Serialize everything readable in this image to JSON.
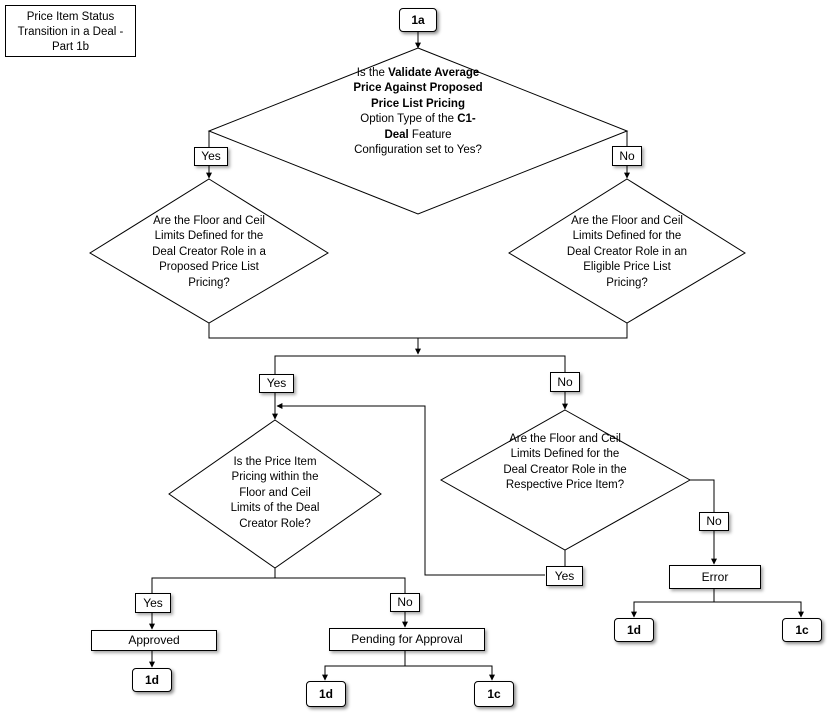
{
  "title": "Price Item Status Transition in a Deal - Part 1b",
  "start_connector": "1a",
  "decisions": {
    "d1": {
      "parts": [
        {
          "text": "Is the ",
          "bold": false
        },
        {
          "text": "Validate Average Price Against Proposed Price List Pricing",
          "bold": true
        },
        {
          "text": " Option Type of the ",
          "bold": false
        },
        {
          "text": "C1-Deal",
          "bold": true
        },
        {
          "text": " Feature Configuration set to Yes?",
          "bold": false
        }
      ]
    },
    "d2": {
      "text": "Are the Floor and Ceil Limits Defined for the Deal Creator Role in a Proposed Price List Pricing?"
    },
    "d3": {
      "text": "Are the Floor and Ceil Limits Defined for the Deal Creator Role in an Eligible Price List Pricing?"
    },
    "d4": {
      "text": "Is the Price Item Pricing within the Floor and Ceil Limits of the Deal Creator Role?"
    },
    "d5": {
      "text": "Are the Floor and Ceil Limits Defined for the Deal Creator Role in the Respective Price Item?"
    }
  },
  "labels": {
    "yes": "Yes",
    "no": "No"
  },
  "processes": {
    "approved": "Approved",
    "pending": "Pending for Approval",
    "error": "Error"
  },
  "end_connectors": {
    "approved_1d": "1d",
    "pending_1d": "1d",
    "pending_1c": "1c",
    "error_1d": "1d",
    "error_1c": "1c"
  },
  "colors": {
    "line": "#000000",
    "fill": "#ffffff"
  }
}
